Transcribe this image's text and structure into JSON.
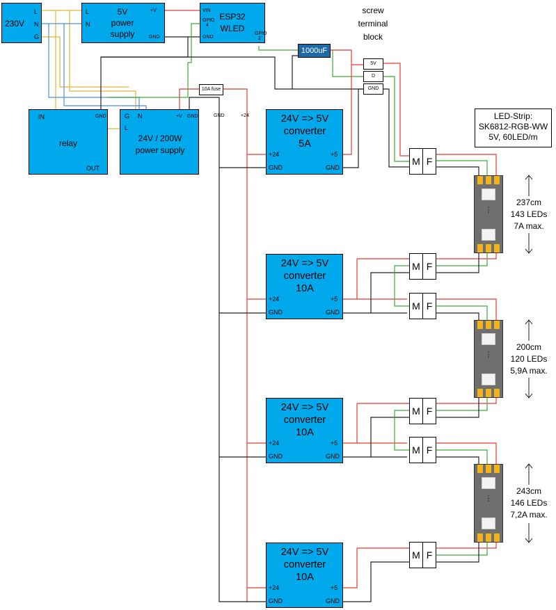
{
  "mains": {
    "label": "230V",
    "pins": [
      "L",
      "N",
      "G"
    ]
  },
  "psu5v": {
    "title": [
      "5V",
      "power",
      "supply"
    ],
    "pins_left": [
      "L",
      "N"
    ],
    "pin_plus": "+V",
    "pin_gnd": "GND"
  },
  "esp32": {
    "title": [
      "ESP32",
      "WLED"
    ],
    "pins": [
      "VIN",
      "GPIO 4",
      "GND"
    ],
    "gpio2": "GPIO 2"
  },
  "relay": {
    "title": "relay",
    "in": "IN",
    "out": "OUT",
    "gnd": "GND"
  },
  "psu24": {
    "title": [
      "24V / 200W",
      "power supply"
    ],
    "g": "G",
    "n": "N",
    "l": "L",
    "plus": "+V",
    "gnd": "GND"
  },
  "bus_labels": {
    "gnd": "GND",
    "plus24": "+24"
  },
  "fuse": "10A fuse",
  "capacitor": "1000uF",
  "terminal_block": {
    "caption": [
      "screw",
      "terminal",
      "block"
    ],
    "rows": [
      "5V",
      "D",
      "GND"
    ]
  },
  "note": {
    "lines": [
      "LED-Strip:",
      "SK6812-RGB-WW",
      "5V, 60LED/m"
    ]
  },
  "converters": [
    {
      "title": [
        "24V => 5V",
        "converter",
        "5A"
      ],
      "in_plus": "+24",
      "in_gnd": "GND",
      "out_plus": "+5",
      "out_gnd": "GND"
    },
    {
      "title": [
        "24V => 5V",
        "converter",
        "10A"
      ],
      "in_plus": "+24",
      "in_gnd": "GND",
      "out_plus": "+5",
      "out_gnd": "GND"
    },
    {
      "title": [
        "24V => 5V",
        "converter",
        "10A"
      ],
      "in_plus": "+24",
      "in_gnd": "GND",
      "out_plus": "+5",
      "out_gnd": "GND"
    },
    {
      "title": [
        "24V => 5V",
        "converter",
        "10A"
      ],
      "in_plus": "+24",
      "in_gnd": "GND",
      "out_plus": "+5",
      "out_gnd": "GND"
    }
  ],
  "connector": {
    "male": "M",
    "female": "F"
  },
  "strips": [
    {
      "length": "237cm",
      "leds": "143 LEDs",
      "current": "7A max."
    },
    {
      "length": "200cm",
      "leds": "120 LEDs",
      "current": "5,9A max."
    },
    {
      "length": "243cm",
      "leds": "146 LEDs",
      "current": "7,2A max."
    }
  ],
  "led_dots": "⋮",
  "colors": {
    "module": "#00a8ec",
    "red": "#e53935",
    "green": "#3aaa35",
    "black": "#222222",
    "yellow": "#e0b33a",
    "blue": "#4a8fe0",
    "capacitor": "#1f6aa5",
    "strip": "#6f6f6f",
    "pad": "#f2b31c"
  }
}
